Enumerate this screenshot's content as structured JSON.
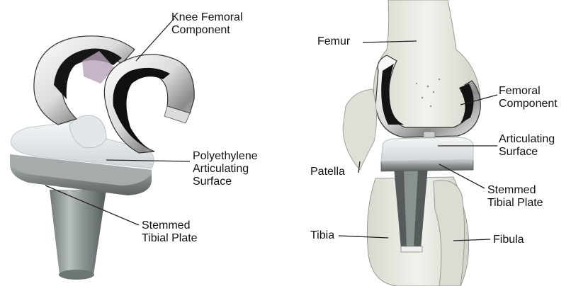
{
  "left_panel": {
    "labels": {
      "knee_femoral_component": [
        "Knee Femoral",
        "Component"
      ],
      "polyethylene_surface": [
        "Polyethylene",
        "Articulating",
        "Surface"
      ],
      "stemmed_tibial_plate": [
        "Stemmed",
        "Tibial Plate"
      ]
    }
  },
  "right_panel": {
    "labels": {
      "femur": [
        "Femur"
      ],
      "femoral_component": [
        "Femoral",
        "Component"
      ],
      "articulating_surface": [
        "Articulating",
        "Surface"
      ],
      "patella": [
        "Patella"
      ],
      "stemmed_tibial_plate": [
        "Stemmed",
        "Tibial Plate"
      ],
      "tibia": [
        "Tibia"
      ],
      "fibula": [
        "Fibula"
      ]
    }
  },
  "colors": {
    "metal_light": "#f4f4f4",
    "metal_dark": "#111111",
    "polyethylene": "#e9eef0",
    "bone": "#e6e6df",
    "stem_gray": "#8f9696"
  }
}
